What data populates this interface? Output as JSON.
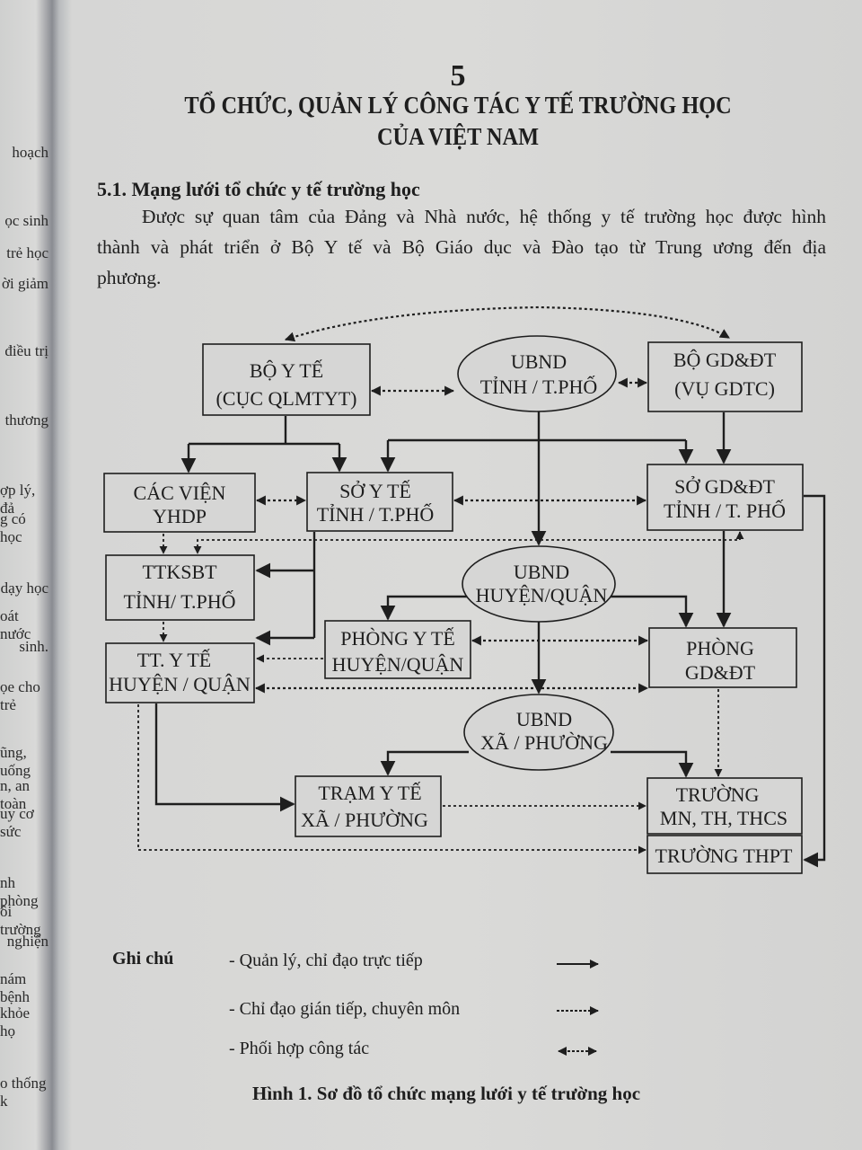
{
  "left_page_fragments": [
    "hoạch",
    "ọc sinh",
    "trẻ học",
    "ời giảm",
    "điều trị",
    "thương",
    "ợp lý, đả",
    "g có học",
    "dạy học",
    "oát nước",
    "sinh.",
    "ọe cho trẻ",
    "ũng, uống",
    "n, an toàn",
    "uy cơ sức",
    "nh phòng",
    "ôi trường",
    "nghiện",
    "nám bệnh",
    "khỏe họ",
    "o thống k"
  ],
  "chapter": {
    "number": "5",
    "title_line1": "TỔ CHỨC, QUẢN LÝ CÔNG TÁC Y TẾ TRƯỜNG HỌC",
    "title_line2": "CỦA VIỆT NAM"
  },
  "section": {
    "heading": "5.1.  Mạng lưới tổ chức y tế trường học",
    "paragraph_lines": [
      "Được sự quan tâm của Đảng và Nhà nước, hệ thống y tế trường học được hình",
      "thành và phát triển ở Bộ Y tế và Bộ Giáo dục và Đào tạo từ Trung ương đến địa",
      "phương."
    ]
  },
  "diagram": {
    "nodes": {
      "bo_yte": {
        "l1": "BỘ Y TẾ",
        "l2": "(CỤC QLMTYT)"
      },
      "ubnd_tinh": {
        "l1": "UBND",
        "l2": "TỈNH / T.PHỐ"
      },
      "bo_gddt": {
        "l1": "BỘ GD&ĐT",
        "l2": "(VỤ GDTC)"
      },
      "cac_vien": {
        "l1": "CÁC VIỆN",
        "l2": "YHDP"
      },
      "so_yte": {
        "l1": "SỞ Y TẾ",
        "l2": "TỈNH / T.PHỐ"
      },
      "so_gddt": {
        "l1": "SỞ GD&ĐT",
        "l2": "TỈNH / T. PHỐ"
      },
      "ttksbt": {
        "l1": "TTKSBT",
        "l2": "TỈNH/ T.PHỐ"
      },
      "ubnd_huyen": {
        "l1": "UBND",
        "l2": "HUYỆN/QUẬN"
      },
      "phong_yte": {
        "l1": "PHÒNG Y TẾ",
        "l2": "HUYỆN/QUẬN"
      },
      "phong_gddt": {
        "l1": "PHÒNG",
        "l2": "GD&ĐT"
      },
      "tt_yte": {
        "l1": "TT. Y TẾ",
        "l2": "HUYỆN / QUẬN"
      },
      "ubnd_xa": {
        "l1": "UBND",
        "l2": "XÃ / PHƯỜNG"
      },
      "tram_yte": {
        "l1": "TRẠM Y TẾ",
        "l2": "XÃ / PHƯỜNG"
      },
      "truong_mn": {
        "l1": "TRƯỜNG",
        "l2": "MN, TH, THCS"
      },
      "truong_thpt": {
        "l1": "TRƯỜNG THPT"
      }
    },
    "legend": {
      "title": "Ghi chú",
      "items": [
        {
          "label": "- Quản lý, chỉ đạo trực tiếp",
          "style": "solid-arrow"
        },
        {
          "label": "- Chỉ đạo gián tiếp, chuyên môn",
          "style": "dotted-arrow"
        },
        {
          "label": "- Phối hợp công tác",
          "style": "dotted-double-arrow"
        }
      ]
    },
    "caption": "Hình 1. Sơ đồ tổ chức mạng lưới y tế trường học"
  }
}
